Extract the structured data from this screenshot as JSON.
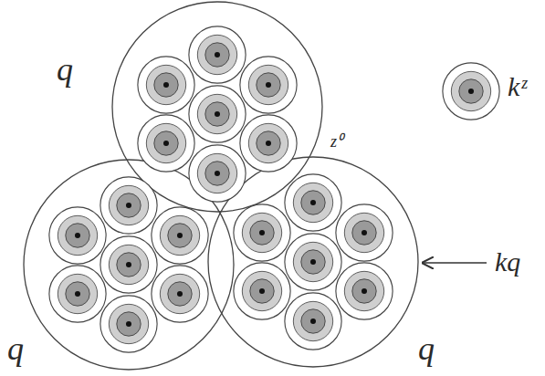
{
  "diagram": {
    "labels": [
      "q",
      "kᶻ",
      "z⁰",
      "kq",
      "q",
      "q"
    ]
  }
}
